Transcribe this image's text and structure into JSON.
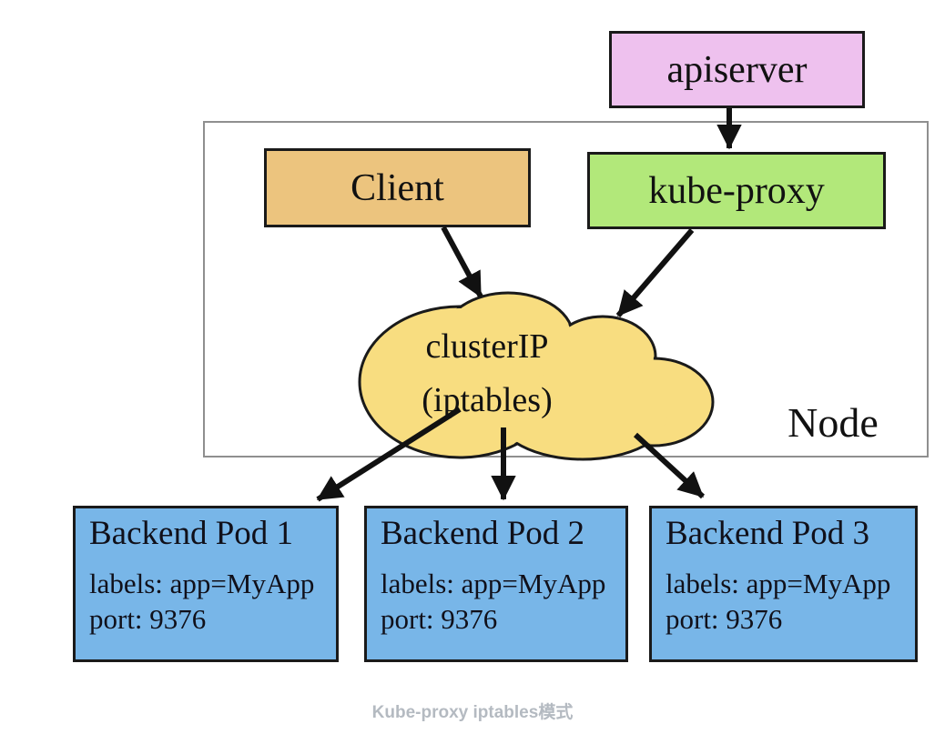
{
  "diagram": {
    "apiserver": {
      "label": "apiserver"
    },
    "node": {
      "label": "Node"
    },
    "client": {
      "label": "Client"
    },
    "kube_proxy": {
      "label": "kube-proxy"
    },
    "cluster_ip": {
      "line1": "clusterIP",
      "line2": "(iptables)"
    },
    "pods": [
      {
        "title": "Backend Pod 1",
        "labels": "labels: app=MyApp",
        "port": "port: 9376"
      },
      {
        "title": "Backend Pod 2",
        "labels": "labels: app=MyApp",
        "port": "port: 9376"
      },
      {
        "title": "Backend Pod 3",
        "labels": "labels: app=MyApp",
        "port": "port: 9376"
      }
    ],
    "caption": "Kube-proxy iptables模式",
    "arrows": [
      "apiserver->kube-proxy",
      "Client->clusterIP",
      "kube-proxy->clusterIP",
      "clusterIP->Backend Pod 1",
      "clusterIP->Backend Pod 2",
      "clusterIP->Backend Pod 3"
    ],
    "colors": {
      "apiserver_fill": "#eec1ee",
      "client_fill": "#ecc47e",
      "kube_proxy_fill": "#b2e87a",
      "cloud_fill": "#f8dd80",
      "pod_fill": "#78b6e8",
      "box_border": "#1a1a1a",
      "node_border": "#8f8f8f",
      "arrow_color": "#111111",
      "caption_color": "#b4bac1"
    }
  }
}
